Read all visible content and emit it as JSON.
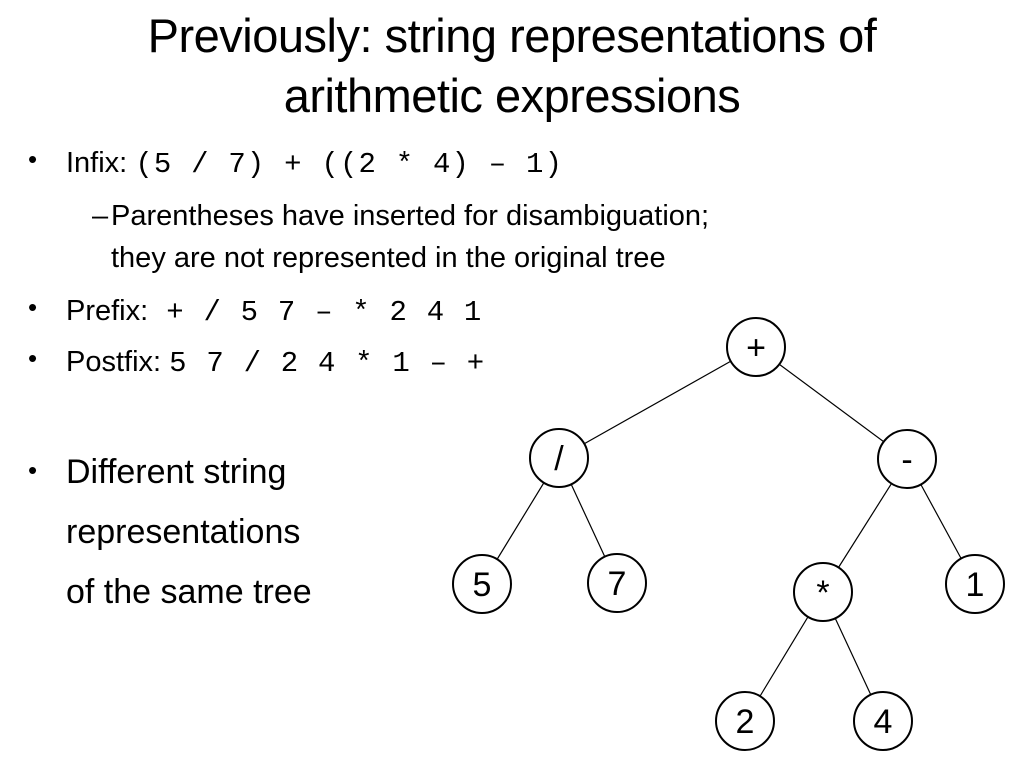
{
  "title": {
    "line1": "Previously: string representations of",
    "line2": "arithmetic expressions"
  },
  "bullets": {
    "infix": {
      "label": "Infix:",
      "expr": "(5 / 7) + ((2 * 4) – 1)"
    },
    "infix_note": {
      "dash": "–",
      "line1": "Parentheses have inserted for disambiguation;",
      "line2": "they are not represented in the original tree"
    },
    "prefix": {
      "label": "Prefix:",
      "expr": "+ / 5 7 – * 2 4 1"
    },
    "postfix": {
      "label": "Postfix:",
      "expr": "5 7 / 2 4 * 1 – +"
    },
    "summary": {
      "line1": "Different string",
      "line2": "representations",
      "line3": "of the same tree"
    }
  },
  "bullet_symbol": "•",
  "tree": {
    "nodes": [
      {
        "id": "plus",
        "label": "+"
      },
      {
        "id": "div",
        "label": "/"
      },
      {
        "id": "minus",
        "label": "-"
      },
      {
        "id": "five",
        "label": "5"
      },
      {
        "id": "seven",
        "label": "7"
      },
      {
        "id": "times",
        "label": "*"
      },
      {
        "id": "one",
        "label": "1"
      },
      {
        "id": "two",
        "label": "2"
      },
      {
        "id": "four",
        "label": "4"
      }
    ],
    "edges": [
      [
        "plus",
        "div"
      ],
      [
        "plus",
        "minus"
      ],
      [
        "div",
        "five"
      ],
      [
        "div",
        "seven"
      ],
      [
        "minus",
        "times"
      ],
      [
        "minus",
        "one"
      ],
      [
        "times",
        "two"
      ],
      [
        "times",
        "four"
      ]
    ]
  }
}
